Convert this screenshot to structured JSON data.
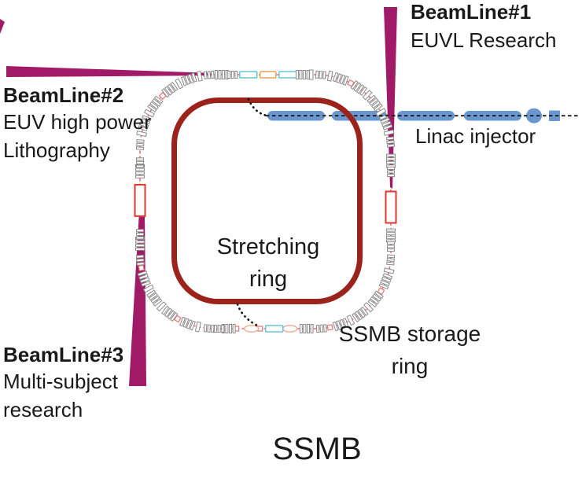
{
  "diagram_title": "SSMB",
  "beamlines": [
    {
      "name": "BeamLine#1",
      "desc_line1": "EUVL Research"
    },
    {
      "name": "BeamLine#2",
      "desc_line1": "EUV high power",
      "desc_line2": "Lithography"
    },
    {
      "name": "BeamLine#3",
      "desc_line1": "Multi-subject",
      "desc_line2": "research"
    }
  ],
  "labels": {
    "linac": "Linac injector",
    "stretching_line1": "Stretching",
    "stretching_line2": "ring",
    "storage_line1": "SSMB storage",
    "storage_line2": "ring"
  },
  "colors": {
    "beamline_magenta": "#a01a68",
    "stretching_ring_red": "#9c231b",
    "storage_chain_red": "#e57373",
    "component_gray": "#8a8a8a",
    "rf_cavity_red": "#e0392e",
    "cyan_component": "#66c7d6",
    "orange_component": "#e8a45c",
    "peach_component": "#eeb09a",
    "linac_blue": "#6b97d0",
    "beam_axis_black": "#1a1a1a",
    "text": "#1a1a1a"
  }
}
